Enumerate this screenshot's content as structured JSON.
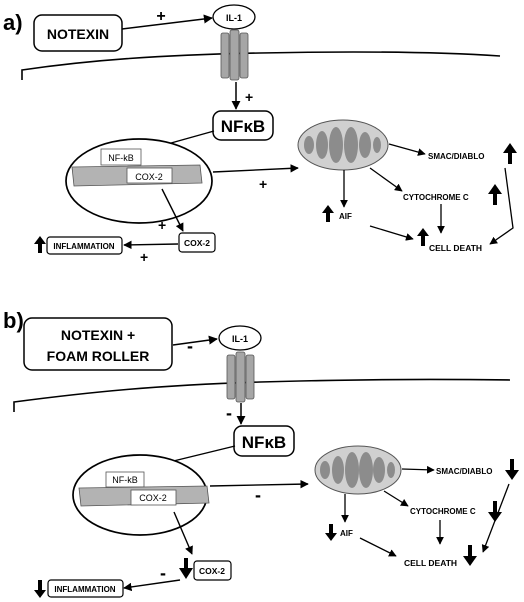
{
  "panel_a": {
    "label": "a)",
    "stimulus": "NOTEXIN",
    "receptor": "IL-1",
    "nfkb": "NFκB",
    "nfkb_box": "NF-kB",
    "cox2_box": "COX-2",
    "cox2": "COX-2",
    "inflammation": "INFLAMMATION",
    "smac": "SMAC/DIABLO",
    "cytochrome": "CYTOCHROME C",
    "aif": "AIF",
    "cell_death": "CELL DEATH",
    "sign_stimulus": "+",
    "sign_receptor": "+",
    "sign_mito": "+",
    "sign_cox2": "+",
    "sign_inflammation": "+",
    "direction": "up"
  },
  "panel_b": {
    "label": "b)",
    "stimulus_line1": "NOTEXIN +",
    "stimulus_line2": "FOAM ROLLER",
    "receptor": "IL-1",
    "nfkb": "NFκB",
    "nfkb_box": "NF-kB",
    "cox2_box": "COX-2",
    "cox2": "COX-2",
    "inflammation": "INFLAMMATION",
    "smac": "SMAC/DIABLO",
    "cytochrome": "CYTOCHROME C",
    "aif": "AIF",
    "cell_death": "CELL DEATH",
    "sign_stimulus": "-",
    "sign_receptor": "-",
    "sign_mito": "-",
    "sign_cox2": "-",
    "direction": "down"
  },
  "colors": {
    "membrane_protein": "#a6a6a6",
    "mitochondrion": "#d0d0d0",
    "cristae": "#8c8c8c",
    "gene_bar": "#b3b3b3",
    "box_fill": "#ffffff",
    "stroke": "#000000"
  }
}
